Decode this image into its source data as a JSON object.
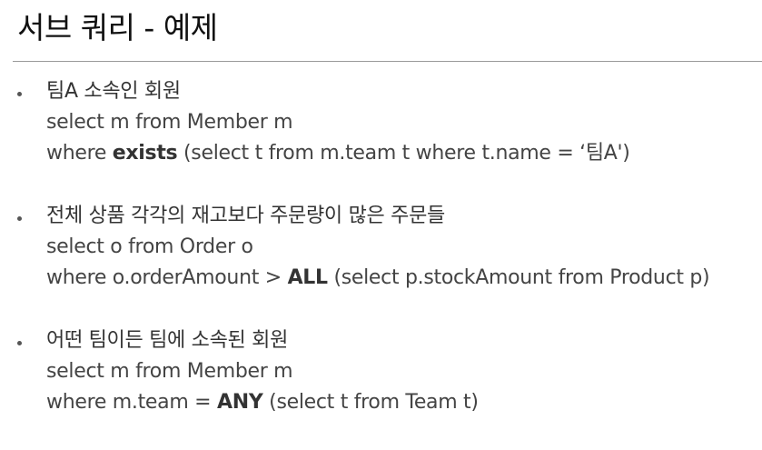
{
  "title": "서브 쿼리 - 예제",
  "examples": [
    {
      "heading": "팀A 소속인 회원",
      "line1": "select m from Member m",
      "line2_pre": "where ",
      "line2_kw": "exists",
      "line2_post": " (select t from m.team t where t.name = ‘팀A')"
    },
    {
      "heading": "전체 상품 각각의 재고보다 주문량이 많은 주문들",
      "line1": "select o from Order o",
      "line2_pre": "where o.orderAmount > ",
      "line2_kw": "ALL",
      "line2_post": " (select p.stockAmount from Product p)"
    },
    {
      "heading": "어떤 팀이든 팀에 소속된 회원",
      "line1": "select m from Member m",
      "line2_pre": "where m.team = ",
      "line2_kw": "ANY",
      "line2_post": " (select t from Team t)"
    }
  ]
}
